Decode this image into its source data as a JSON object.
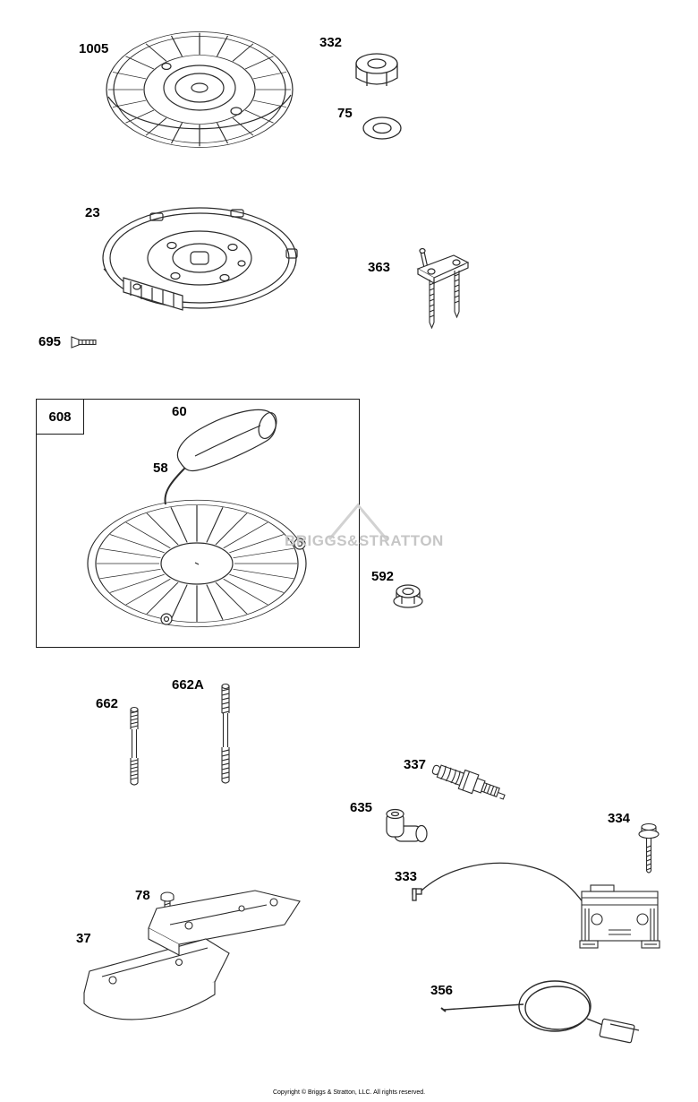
{
  "watermark": {
    "text": "BRIGGS&STRATTON"
  },
  "footer": {
    "copyright": "Copyright © Briggs & Stratton, LLC. All rights reserved."
  },
  "parts": {
    "flywheel": {
      "label": "1005"
    },
    "nut": {
      "label": "332"
    },
    "washer": {
      "label": "75"
    },
    "plate": {
      "label": "23"
    },
    "gauge": {
      "label": "363"
    },
    "screw_flat": {
      "label": "695"
    },
    "group_box": {
      "label": "608"
    },
    "handle": {
      "label": "60"
    },
    "rope": {
      "label": "58"
    },
    "flange_nut": {
      "label": "592"
    },
    "stud": {
      "label": "662"
    },
    "stud_a": {
      "label": "662A"
    },
    "spark_plug": {
      "label": "337"
    },
    "elbow": {
      "label": "635"
    },
    "bolt": {
      "label": "334"
    },
    "armature": {
      "label": "333"
    },
    "screw_small": {
      "label": "78"
    },
    "guard": {
      "label": "37"
    },
    "wire": {
      "label": "356"
    }
  }
}
